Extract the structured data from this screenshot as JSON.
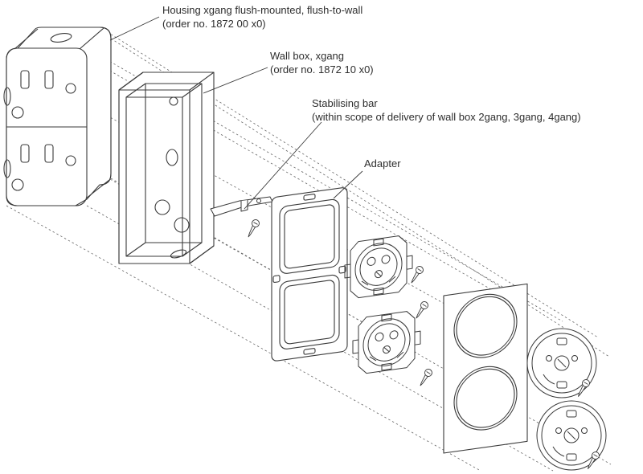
{
  "diagram": {
    "labels": {
      "housing": {
        "line1": "Housing xgang flush-mounted, flush-to-wall",
        "line2": "(order no. 1872 00 x0)"
      },
      "wall_box": {
        "line1": "Wall box, xgang",
        "line2": "(order no. 1872 10 x0)"
      },
      "stabilising_bar": {
        "line1": "Stabilising bar",
        "line2": "(within scope of delivery of wall box 2gang, 3gang, 4gang)"
      },
      "adapter": {
        "line1": "Adapter"
      }
    },
    "parts": [
      "housing",
      "wall-box",
      "stabilising-bar",
      "adapter",
      "socket-insert-top",
      "socket-insert-bottom",
      "cover-frame",
      "socket-cover-top",
      "socket-cover-bottom",
      "screws"
    ],
    "colors": {
      "line": "#3a3a3a",
      "projection_line": "#666666",
      "background": "#ffffff"
    }
  }
}
